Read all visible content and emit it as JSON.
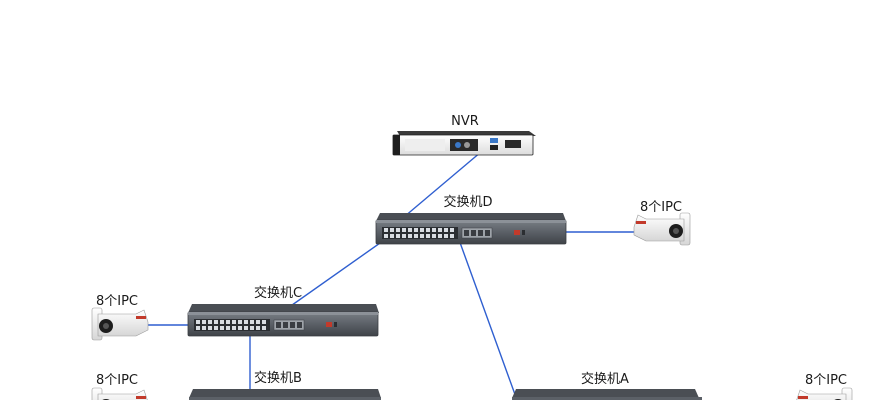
{
  "nodes": {
    "nvr": {
      "label": "NVR"
    },
    "switch_d": {
      "label": "交换机D"
    },
    "switch_c": {
      "label": "交换机C"
    },
    "switch_b": {
      "label": "交换机B"
    },
    "switch_a": {
      "label": "交换机A"
    },
    "camera_d": {
      "label": "8个IPC"
    },
    "camera_c": {
      "label": "8个IPC"
    },
    "camera_b": {
      "label": "8个IPC"
    },
    "camera_a": {
      "label": "8个IPC"
    }
  },
  "links": [
    [
      "nvr",
      "switch_d"
    ],
    [
      "switch_d",
      "camera_d"
    ],
    [
      "switch_d",
      "switch_c"
    ],
    [
      "switch_d",
      "switch_a"
    ],
    [
      "switch_c",
      "camera_c"
    ],
    [
      "switch_c",
      "switch_b"
    ]
  ],
  "colors": {
    "link": "#2f5fd0",
    "switch_body": "#555a61",
    "switch_port": "#d9dde2",
    "nvr_body": "#f2f2f2",
    "camera_body": "#f1f1f1",
    "camera_lens": "#1d1d1d"
  }
}
